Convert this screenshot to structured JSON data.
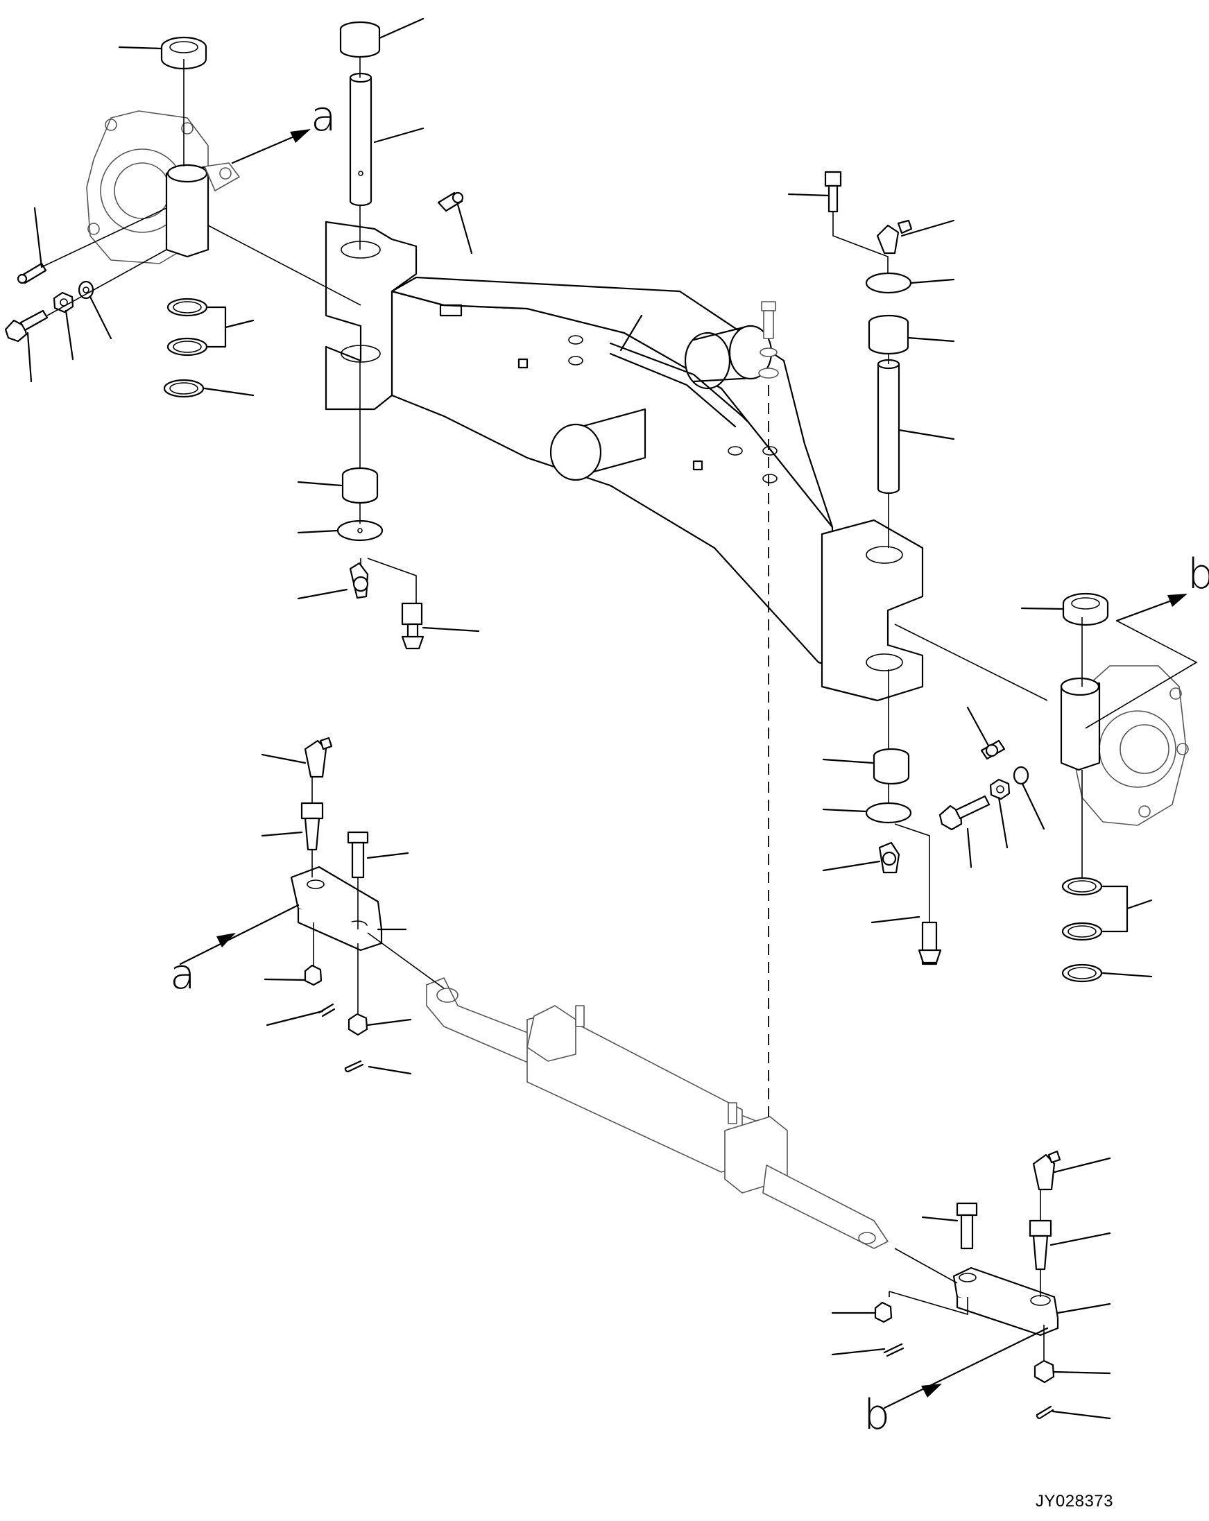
{
  "drawing": {
    "code": "JY028373",
    "callouts": {
      "a_top": "a",
      "a_bottom": "a",
      "b_right": "b",
      "b_bottom": "b"
    }
  }
}
